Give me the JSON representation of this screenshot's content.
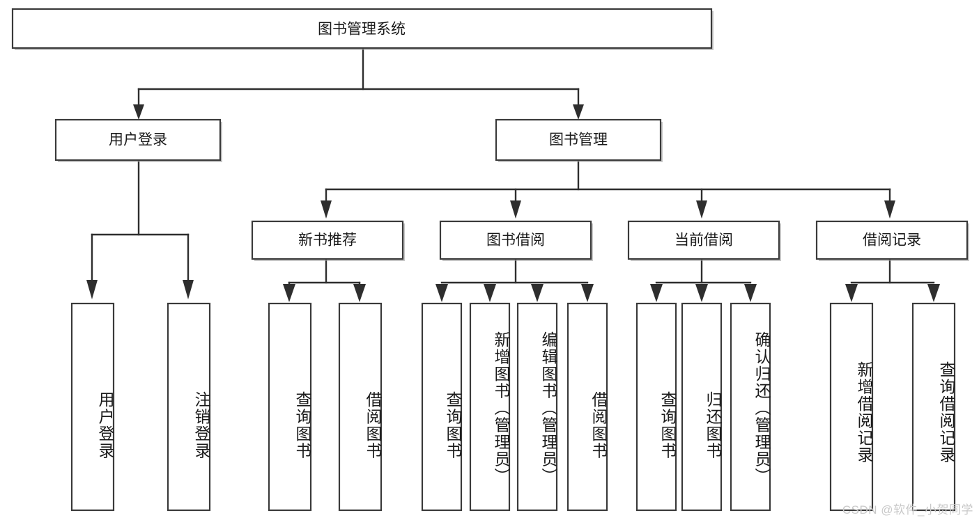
{
  "diagram": {
    "type": "tree",
    "title": "图书管理系统",
    "watermark": "CSDN @软件_小贺同学",
    "colors": {
      "box_fill": "#ffffff",
      "box_stroke": "#3a3a3a",
      "edge": "#2e2e2e",
      "text": "#1a1a1a",
      "watermark": "#c9c9c9"
    },
    "root": {
      "id": "root",
      "label": "图书管理系统",
      "orientation": "horizontal"
    },
    "level1": [
      {
        "id": "user-login",
        "label": "用户登录",
        "orientation": "horizontal"
      },
      {
        "id": "book-manage",
        "label": "图书管理",
        "orientation": "horizontal"
      }
    ],
    "level2": [
      {
        "id": "new-book-rec",
        "label": "新书推荐",
        "parent": "book-manage",
        "orientation": "horizontal"
      },
      {
        "id": "book-borrow",
        "label": "图书借阅",
        "parent": "book-manage",
        "orientation": "horizontal"
      },
      {
        "id": "current-borrow",
        "label": "当前借阅",
        "parent": "book-manage",
        "orientation": "horizontal"
      },
      {
        "id": "borrow-record",
        "label": "借阅记录",
        "parent": "book-manage",
        "orientation": "horizontal"
      }
    ],
    "leaves": [
      {
        "id": "leaf-user-login",
        "label": "用户登录",
        "parent": "user-login",
        "orientation": "vertical"
      },
      {
        "id": "leaf-user-logout",
        "label": "注销登录",
        "parent": "user-login",
        "orientation": "vertical"
      },
      {
        "id": "leaf-query-book-1",
        "label": "查询图书",
        "parent": "new-book-rec",
        "orientation": "vertical"
      },
      {
        "id": "leaf-borrow-book-1",
        "label": "借阅图书",
        "parent": "new-book-rec",
        "orientation": "vertical"
      },
      {
        "id": "leaf-query-book-2",
        "label": "查询图书",
        "parent": "book-borrow",
        "orientation": "vertical"
      },
      {
        "id": "leaf-add-book",
        "label": "新增图书（管理员）",
        "parent": "book-borrow",
        "orientation": "vertical"
      },
      {
        "id": "leaf-edit-book",
        "label": "编辑图书（管理员）",
        "parent": "book-borrow",
        "orientation": "vertical"
      },
      {
        "id": "leaf-borrow-book-2",
        "label": "借阅图书",
        "parent": "book-borrow",
        "orientation": "vertical"
      },
      {
        "id": "leaf-query-book-3",
        "label": "查询图书",
        "parent": "current-borrow",
        "orientation": "vertical"
      },
      {
        "id": "leaf-return-book",
        "label": "归还图书",
        "parent": "current-borrow",
        "orientation": "vertical"
      },
      {
        "id": "leaf-confirm-return",
        "label": "确认归还（管理员）",
        "parent": "current-borrow",
        "orientation": "vertical"
      },
      {
        "id": "leaf-add-record",
        "label": "新增借阅记录",
        "parent": "borrow-record",
        "orientation": "vertical"
      },
      {
        "id": "leaf-query-record",
        "label": "查询借阅记录",
        "parent": "borrow-record",
        "orientation": "vertical"
      }
    ]
  }
}
